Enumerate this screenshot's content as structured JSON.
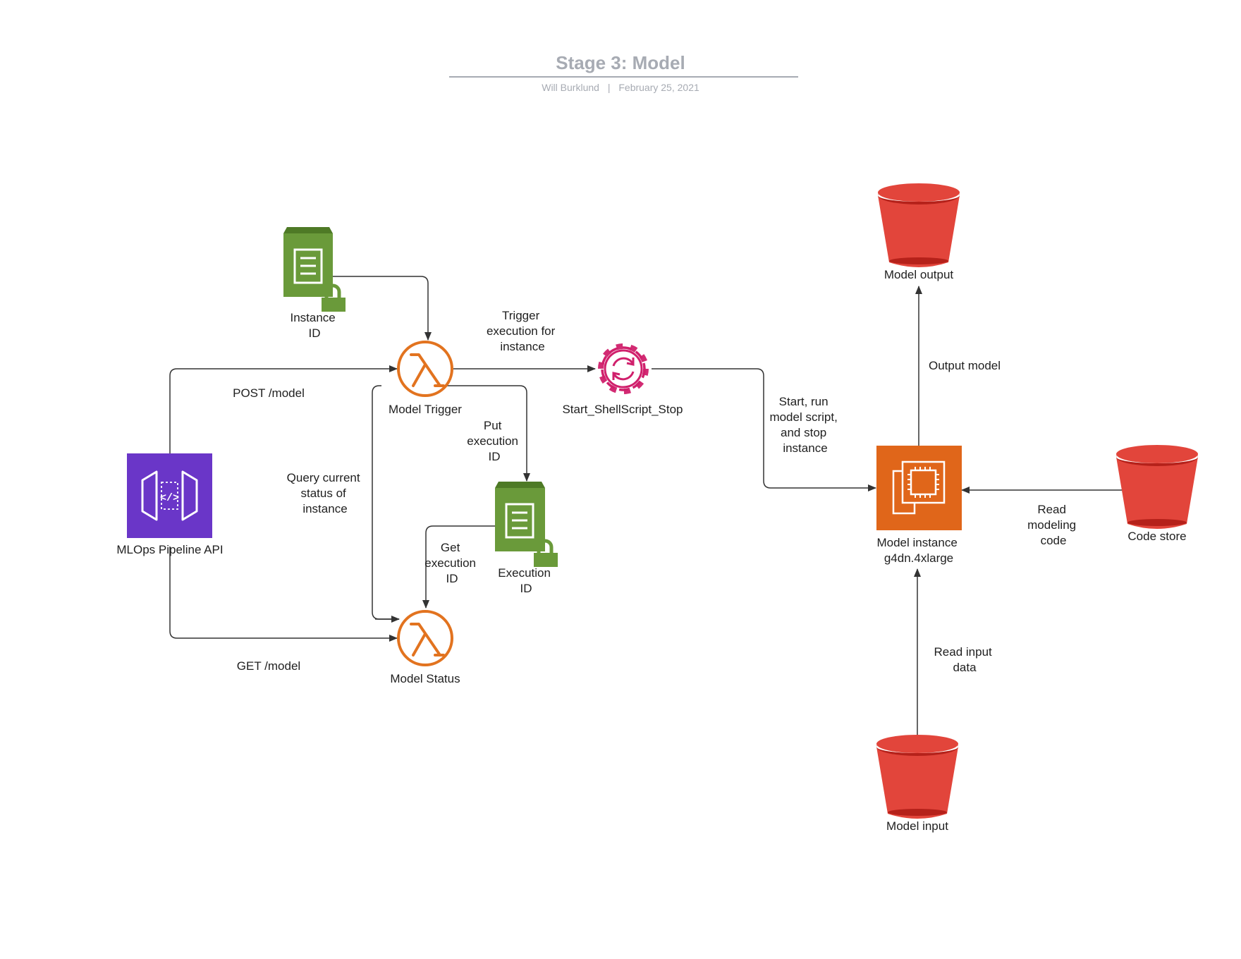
{
  "header": {
    "title": "Stage 3: Model",
    "author": "Will Burklund",
    "separator": "|",
    "date": "February 25, 2021"
  },
  "nodes": {
    "api": {
      "label": "MLOps Pipeline API",
      "icon": "api-gateway-icon"
    },
    "instance_id": {
      "label": [
        "Instance",
        "ID"
      ],
      "icon": "parameter-store-icon"
    },
    "model_trigger": {
      "label": "Model Trigger",
      "icon": "lambda-icon"
    },
    "model_status": {
      "label": "Model Status",
      "icon": "lambda-icon"
    },
    "execution_id": {
      "label": [
        "Execution",
        "ID"
      ],
      "icon": "parameter-store-icon"
    },
    "ssm_automation": {
      "label": "Start_ShellScript_Stop",
      "icon": "ssm-automation-icon"
    },
    "model_instance": {
      "label": [
        "Model instance",
        "g4dn.4xlarge"
      ],
      "icon": "ec2-instance-icon"
    },
    "model_output": {
      "label": "Model output",
      "icon": "s3-bucket-icon"
    },
    "code_store": {
      "label": "Code store",
      "icon": "s3-bucket-icon"
    },
    "model_input": {
      "label": "Model input",
      "icon": "s3-bucket-icon"
    }
  },
  "edges": {
    "post": "POST /model",
    "get": "GET /model",
    "query": [
      "Query current",
      "status of",
      "instance"
    ],
    "trigger": [
      "Trigger",
      "execution for",
      "instance"
    ],
    "put": [
      "Put",
      "execution",
      "ID"
    ],
    "get_exec": [
      "Get",
      "execution",
      "ID"
    ],
    "start": [
      "Start, run",
      "model script,",
      "and stop",
      "instance"
    ],
    "output": "Output model",
    "read_code": [
      "Read",
      "modeling",
      "code"
    ],
    "read_input": [
      "Read input",
      "data"
    ]
  },
  "colors": {
    "title_gray": "#a7abb3",
    "api_purple": "#6a36c8",
    "lambda_orange": "#e2731f",
    "store_green": "#6a9a3a",
    "store_green_dark": "#4e7a26",
    "ssm_pink": "#d0206c",
    "ec2_orange": "#e0661a",
    "s3_red": "#e2453b",
    "s3_red_dark": "#b5211a"
  }
}
